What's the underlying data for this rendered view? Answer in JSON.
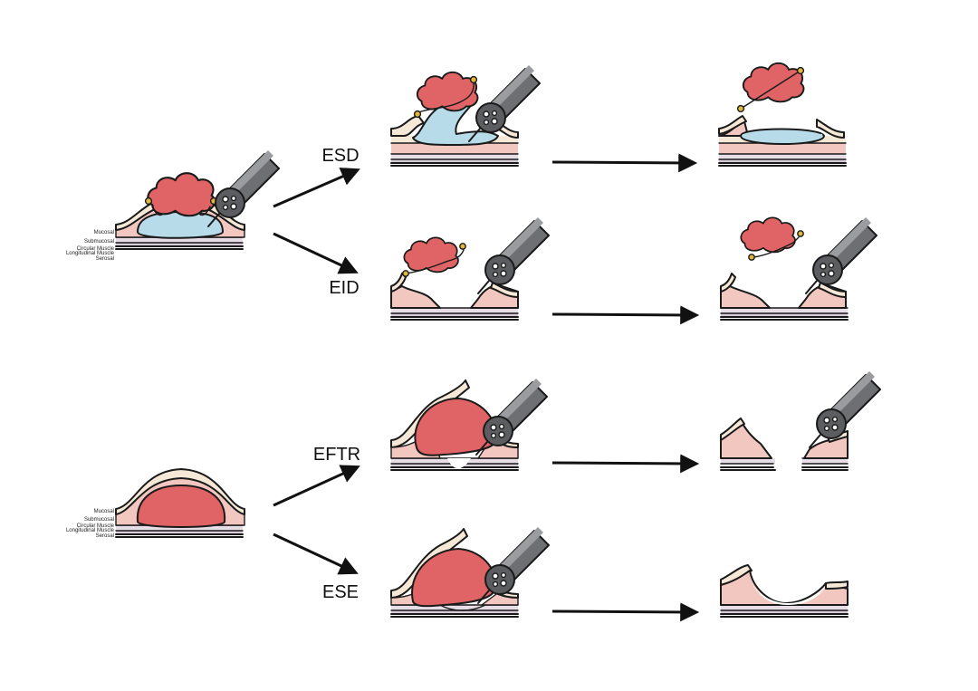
{
  "procedures": {
    "esd": "ESD",
    "eid": "EID",
    "eftr": "EFTR",
    "ese": "ESE"
  },
  "layers": {
    "mucosal": "Mucosal",
    "submucosal": "Submucosal",
    "circular_muscle": "Circular Muscle",
    "longitudinal_muscle": "Longitudinal Muscle",
    "serosal": "Serosal"
  },
  "colors": {
    "tumor": "#e06466",
    "mucosa": "#f6e8d6",
    "submucosa": "#f2c7c0",
    "fluid": "#b7dbe8",
    "muscle": "#e6dde6",
    "scope": "#6d6f73",
    "clip": "#e2b53c",
    "ink": "#1a1a1a"
  }
}
